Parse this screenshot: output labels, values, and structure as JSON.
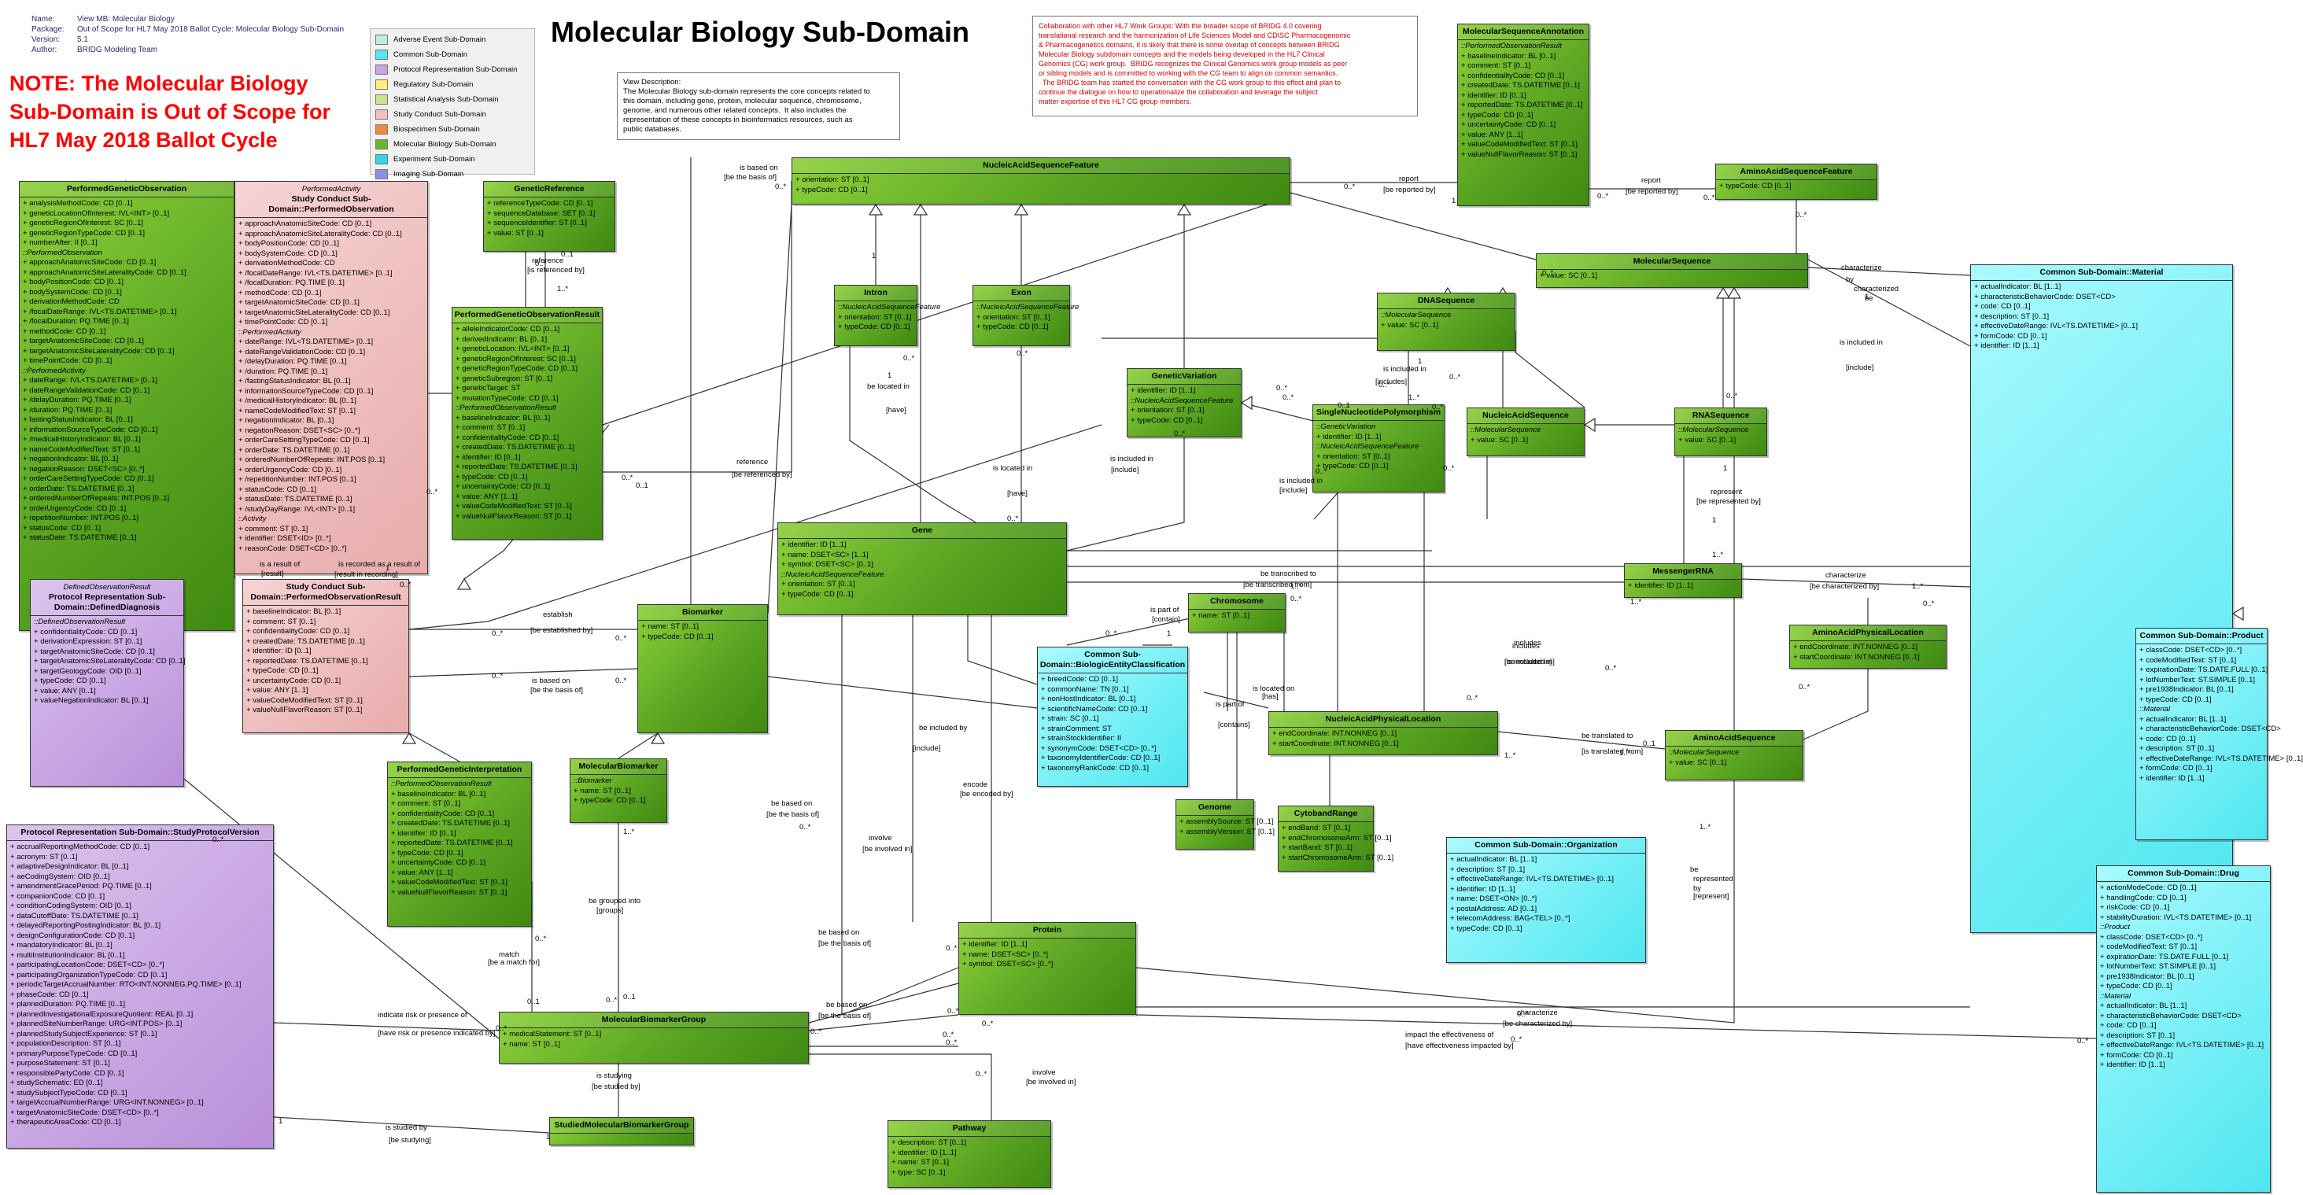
{
  "meta": {
    "rows": [
      {
        "k": "Name:",
        "v": "View MB: Molecular Biology"
      },
      {
        "k": "Package:",
        "v": "Out of Scope for HL7 May 2018 Ballot Cycle: Molecular Biology Sub-Domain"
      },
      {
        "k": "Version:",
        "v": "5.1"
      },
      {
        "k": "Author:",
        "v": "BRIDG Modeling Team"
      }
    ]
  },
  "warning": "NOTE:  The Molecular Biology Sub-Domain is Out of Scope for HL7 May 2018 Ballot Cycle",
  "title": "Molecular Biology Sub-Domain",
  "legend": [
    {
      "label": "Adverse Event Sub-Domain",
      "color": "#b9f2d6"
    },
    {
      "label": "Common Sub-Domain",
      "color": "#55e8f2"
    },
    {
      "label": "Protocol Representation Sub-Domain",
      "color": "#c9a3e6"
    },
    {
      "label": "Regulatory Sub-Domain",
      "color": "#fff07a"
    },
    {
      "label": "Statistical Analysis Sub-Domain",
      "color": "#cfe08d"
    },
    {
      "label": "Study Conduct Sub-Domain",
      "color": "#f1c1c1"
    },
    {
      "label": "Biospecimen Sub-Domain",
      "color": "#f08a3a"
    },
    {
      "label": "Molecular Biology Sub-Domain",
      "color": "#69b82b"
    },
    {
      "label": "Experiment Sub-Domain",
      "color": "#2ed8e6"
    },
    {
      "label": "Imaging Sub-Domain",
      "color": "#8e8ee6"
    }
  ],
  "notes": {
    "view_description": "View Description:\nThe Molecular Biology sub-domain represents the core concepts related to\nthis domain, including gene, protein, molecular sequence, chromosome,\ngenome, and numerous other related concepts.  It also includes the\nrepresentation of these concepts in bioinformatics resources, such as\npublic databases.",
    "collaboration": "Collaboration with other HL7 Work Groups: With the broader scope of BRIDG 4.0 covering\ntranslational research and the harmonization of Life Sciences Model and CDISC Pharmacogenomic\n& Pharmacogenetics domains, it is likely that there is some overlap of concepts between BRIDG\nMolecular Biology subdomain concepts and the models being developed in the HL7 Clinical\nGenomics (CG) work group.  BRIDG recognizes the Clinical Genomics work group models as peer\nor sibling models and is committed to working with the CG team to align on common semantics.\n  The BRIDG team has started the conversation with the CG work group to this effect and plan to\ncontinue the dialogue on how to operationalize the collaboration and leverage the subject\nmatter expertise of this HL7 CG group members."
  },
  "classes": [
    {
      "name": "PerformedGeneticObservation",
      "lines": [
        "analysisMethodCode: CD [0..1]",
        "geneticLocationOfInterest: IVL<INT> [0..1]",
        "geneticRegionOfInterest: SC [0..1]",
        "geneticRegionTypeCode: CD [0..1]",
        "numberAfter: II [0..1]",
        "§::PerformedObservation",
        "approachAnatomicSiteCode: CD [0..1]",
        "approachAnatomicSiteLateralityCode: CD [0..1]",
        "bodyPositionCode: CD [0..1]",
        "bodySystemCode: CD [0..1]",
        "derivationMethodCode: CD",
        "/focalDateRange: IVL<TS.DATETIME> [0..1]",
        "/focalDuration: PQ.TIME [0..1]",
        "methodCode: CD [0..1]",
        "targetAnatomicSiteCode: CD [0..1]",
        "targetAnatomicSiteLateralityCode: CD [0..1]",
        "timePointCode: CD [0..1]",
        "§::PerformedActivity",
        "dateRange: IVL<TS.DATETIME> [0..1]",
        "dateRangeValidationCode: CD [0..1]",
        "/delayDuration: PQ.TIME [0..1]",
        "/duration: PQ.TIME [0..1]",
        "fastingStatusIndicator: BL [0..1]",
        "informationSourceTypeCode: CD [0..1]",
        "/medicalHistoryIndicator: BL [0..1]",
        "nameCodeModifiedText: ST [0..1]",
        "negationIndicator: BL [0..1]",
        "negationReason: DSET<SC> [0..*]",
        "orderCareSettingTypeCode: CD [0..1]",
        "orderDate: TS.DATETIME [0..1]",
        "orderedNumberOfRepeats: INT.POS [0..1]",
        "orderUrgencyCode: CD [0..1]",
        "repetitionNumber: INT.POS [0..1]",
        "statusCode: CD [0..1]",
        "statusDate: TS.DATETIME [0..1]"
      ]
    },
    {
      "name": "Study Conduct Sub-Domain::PerformedObservation",
      "stereo": "PerformedActivity",
      "lines": [
        "approachAnatomicSiteCode: CD [0..1]",
        "approachAnatomicSiteLateralityCode: CD [0..1]",
        "bodyPositionCode: CD [0..1]",
        "bodySystemCode: CD [0..1]",
        "derivationMethodCode: CD",
        "/focalDateRange: IVL<TS.DATETIME> [0..1]",
        "/focalDuration: PQ.TIME [0..1]",
        "methodCode: CD [0..1]",
        "targetAnatomicSiteCode: CD [0..1]",
        "targetAnatomicSiteLateralityCode: CD [0..1]",
        "timePointCode: CD [0..1]",
        "§::PerformedActivity",
        "dateRange: IVL<TS.DATETIME> [0..1]",
        "dateRangeValidationCode: CD [0..1]",
        "/delayDuration: PQ.TIME [0..1]",
        "/duration: PQ.TIME [0..1]",
        "/fastingStatusIndicator: BL [0..1]",
        "informationSourceTypeCode: CD [0..1]",
        "/medicalHistoryIndicator: BL [0..1]",
        "nameCodeModifiedText: ST [0..1]",
        "negationIndicator: BL [0..1]",
        "negationReason: DSET<SC> [0..*]",
        "orderCareSettingTypeCode: CD [0..1]",
        "orderDate: TS.DATETIME [0..1]",
        "orderedNumberOfRepeats: INT.POS [0..1]",
        "orderUrgencyCode: CD [0..1]",
        "/repetitionNumber: INT.POS [0..1]",
        "statusCode: CD [0..1]",
        "statusDate: TS.DATETIME [0..1]",
        "/studyDayRange: IVL<INT> [0..1]",
        "§::Activity",
        "comment: ST [0..1]",
        "identifier: DSET<ID> [0..*]",
        "reasonCode: DSET<CD> [0..*]"
      ]
    },
    {
      "name": "GeneticReference",
      "lines": [
        "referenceTypeCode: CD [0..1]",
        "sequenceDatabase: SET [0..1]",
        "sequenceIdentifier: ST [0..1]",
        "value: ST [0..1]"
      ]
    },
    {
      "name": "PerformedGeneticObservationResult",
      "lines": [
        "alleleIndicatorCode: CD [0..1]",
        "derivedIndicator: BL [0..1]",
        "geneticLocation: IVL<INT> [0..1]",
        "geneticRegionOfInterest: SC [0..1]",
        "geneticRegionTypeCode: CD [0..1]",
        "geneticSubregion: ST [0..1]",
        "geneticTarget: ST",
        "mutationTypeCode: CD [0..1]",
        "§::PerformedObservationResult",
        "baselineIndicator: BL [0..1]",
        "comment: ST [0..1]",
        "confidentialityCode: CD [0..1]",
        "createdDate: TS.DATETIME [0..1]",
        "identifier: ID [0..1]",
        "reportedDate: TS.DATETIME [0..1]",
        "typeCode: CD [0..1]",
        "uncertaintyCode: CD [0..1]",
        "value: ANY [1..1]",
        "valueCodeModifiedText: ST [0..1]",
        "valueNullFlavorReason: ST [0..1]"
      ]
    },
    {
      "name": "NucleicAcidSequenceFeature",
      "lines": [
        "orientation: ST [0..1]",
        "typeCode: CD [0..1]"
      ]
    },
    {
      "name": "MolecularSequenceAnnotation",
      "lines": [
        "§::PerformedObservationResult",
        "baselineIndicator: BL [0..1]",
        "comment: ST [0..1]",
        "confidentialityCode: CD [0..1]",
        "createdDate: TS.DATETIME [0..1]",
        "identifier: ID [0..1]",
        "reportedDate: TS.DATETIME [0..1]",
        "typeCode: CD [0..1]",
        "uncertaintyCode: CD [0..1]",
        "value: ANY [1..1]",
        "valueCodeModifiedText: ST [0..1]",
        "valueNullFlavorReason: ST [0..1]"
      ]
    },
    {
      "name": "AminoAcidSequenceFeature",
      "lines": [
        "typeCode: CD [0..1]"
      ]
    },
    {
      "name": "Intron",
      "lines": [
        "§::NucleicAcidSequenceFeature",
        "orientation: ST [0..1]",
        "typeCode: CD [0..1]"
      ]
    },
    {
      "name": "Exon",
      "lines": [
        "§::NucleicAcidSequenceFeature",
        "orientation: ST [0..1]",
        "typeCode: CD [0..1]"
      ]
    },
    {
      "name": "MolecularSequence",
      "lines": [
        "value: SC [0..1]"
      ]
    },
    {
      "name": "DNASequence",
      "lines": [
        "§::MolecularSequence",
        "value: SC [0..1]"
      ]
    },
    {
      "name": "GeneticVariation",
      "lines": [
        "identifier: ID [1..1]",
        "§::NucleicAcidSequenceFeature",
        "orientation: ST [0..1]",
        "typeCode: CD [0..1]"
      ]
    },
    {
      "name": "SingleNucleotidePolymorphism",
      "lines": [
        "§::GeneticVariation",
        "identifier: ID [1..1]",
        "§::NucleicAcidSequenceFeature",
        "orientation: ST [0..1]",
        "typeCode: CD [0..1]"
      ]
    },
    {
      "name": "NucleicAcidSequence",
      "lines": [
        "§::MolecularSequence",
        "value: SC [0..1]"
      ]
    },
    {
      "name": "RNASequence",
      "lines": [
        "§::MolecularSequence",
        "value: SC [0..1]"
      ]
    },
    {
      "name": "Common Sub-Domain::Material",
      "lines": [
        "actualIndicator: BL [1..1]",
        "characteristicBehaviorCode: DSET<CD>",
        "code: CD [0..1]",
        "description: ST [0..1]",
        "effectiveDateRange: IVL<TS.DATETIME> [0..1]",
        "formCode: CD [0..1]",
        "identifier: ID [1..1]"
      ]
    },
    {
      "name": "Gene",
      "lines": [
        "identifier: ID [1..1]",
        "name: DSET<SC> [1..1]",
        "symbol: DSET<SC> [0..1]",
        "§::NucleicAcidSequenceFeature",
        "orientation: ST [0..1]",
        "typeCode: CD [0..1]"
      ]
    },
    {
      "name": "MessengerRNA",
      "lines": [
        "identifier: ID [1..1]"
      ]
    },
    {
      "name": "AminoAcidPhysicalLocation",
      "lines": [
        "endCoordinate: INT.NONNEG [0..1]",
        "startCoordinate: INT.NONNEG [0..1]"
      ]
    },
    {
      "name": "Protocol Representation Sub-Domain::DefinedDiagnosis",
      "stereo": "DefinedObservationResult",
      "lines": [
        "§::DefinedObservationResult",
        "confidentialityCode: CD [0..1]",
        "derivationExpression: ST [0..1]",
        "targetAnatomicSiteCode: CD [0..1]",
        "targetAnatomicSiteLateralityCode: CD [0..1]",
        "targetGeologyCode: OID [0..1]",
        "typeCode: CD [0..1]",
        "value: ANY [0..1]",
        "valueNegationIndicator: BL [0..1]"
      ]
    },
    {
      "name": "Study Conduct Sub-Domain::PerformedObservationResult",
      "lines": [
        "baselineIndicator: BL [0..1]",
        "comment: ST [0..1]",
        "confidentialityCode: CD [0..1]",
        "createdDate: TS.DATETIME [0..1]",
        "identifier: ID [0..1]",
        "reportedDate: TS.DATETIME [0..1]",
        "typeCode: CD [0..1]",
        "uncertaintyCode: CD [0..1]",
        "value: ANY [1..1]",
        "valueCodeModifiedText: ST [0..1]",
        "valueNullFlavorReason: ST [0..1]"
      ]
    },
    {
      "name": "Biomarker",
      "lines": [
        "name: ST [0..1]",
        "typeCode: CD [0..1]"
      ]
    },
    {
      "name": "Chromosome",
      "lines": [
        "name: ST [0..1]"
      ]
    },
    {
      "name": "Common Sub-Domain::BiologicEntityClassification",
      "lines": [
        "breedCode: CD [0..1]",
        "commonName: TN [0..1]",
        "nonHostIndicator: BL [0..1]",
        "scientificNameCode: CD [0..1]",
        "strain: SC [0..1]",
        "strainComment: ST",
        "strainStockIdentifier: II",
        "synonymCode: DSET<CD> [0..*]",
        "taxonomyIdentifierCode: CD [0..1]",
        "taxonomyRankCode: CD [0..1]"
      ]
    },
    {
      "name": "NucleicAcidPhysicalLocation",
      "lines": [
        "endCoordinate: INT.NONNEG [0..1]",
        "startCoordinate: INT.NONNEG [0..1]"
      ]
    },
    {
      "name": "AminoAcidSequence",
      "lines": [
        "§::MolecularSequence",
        "value: SC [0..1]"
      ]
    },
    {
      "name": "Common Sub-Domain::Product",
      "lines": [
        "classCode: DSET<CD> [0..*]",
        "codeModifiedText: ST [0..1]",
        "expirationDate: TS.DATE.FULL [0..1]",
        "lotNumberText: ST.SIMPLE [0..1]",
        "pre1938Indicator: BL [0..1]",
        "typeCode: CD [0..1]",
        "§::Material",
        "actualIndicator: BL [1..1]",
        "characteristicBehaviorCode: DSET<CD>",
        "code: CD [0..1]",
        "description: ST [0..1]",
        "effectiveDateRange: IVL<TS.DATETIME> [0..1]",
        "formCode: CD [0..1]",
        "identifier: ID [1..1]"
      ]
    },
    {
      "name": "PerformedGeneticInterpretation",
      "lines": [
        "§::PerformedObservationResult",
        "baselineIndicator: BL [0..1]",
        "comment: ST [0..1]",
        "confidentialityCode: CD [0..1]",
        "createdDate: TS.DATETIME [0..1]",
        "identifier: ID [0..1]",
        "reportedDate: TS.DATETIME [0..1]",
        "typeCode: CD [0..1]",
        "uncertaintyCode: CD [0..1]",
        "value: ANY [1..1]",
        "valueCodeModifiedText: ST [0..1]",
        "valueNullFlavorReason: ST [0..1]"
      ]
    },
    {
      "name": "MolecularBiomarker",
      "lines": [
        "§::Biomarker",
        "name: ST [0..1]",
        "typeCode: CD [0..1]"
      ]
    },
    {
      "name": "Genome",
      "lines": [
        "assemblySource: ST [0..1]",
        "assemblyVersion: ST [0..1]"
      ]
    },
    {
      "name": "CytobandRange",
      "lines": [
        "endBand: ST [0..1]",
        "endChromosomeArm: ST [0..1]",
        "startBand: ST [0..1]",
        "startChromosomeArm: ST [0..1]"
      ]
    },
    {
      "name": "Common Sub-Domain::Organization",
      "lines": [
        "actualIndicator: BL [1..1]",
        "description: ST [0..1]",
        "effectiveDateRange: IVL<TS.DATETIME> [0..1]",
        "identifier: ID [1..1]",
        "name: DSET<ON> [0..*]",
        "postalAddress: AD [0..1]",
        "telecomAddress: BAG<TEL> [0..*]",
        "typeCode: CD [0..1]"
      ]
    },
    {
      "name": "Protocol Representation Sub-Domain::StudyProtocolVersion",
      "lines": [
        "accrualReportingMethodCode: CD [0..1]",
        "acronym: ST [0..1]",
        "adaptiveDesignIndicator: BL [0..1]",
        "aeCodingSystem: OID [0..1]",
        "amendmentGracePeriod: PQ.TIME [0..1]",
        "companionCode: CD [0..1]",
        "conditionCodingSystem: OID [0..1]",
        "dataCutoffDate: TS.DATETIME [0..1]",
        "delayedReportingPostingIndicator: BL [0..1]",
        "designConfigurationCode: CD [0..1]",
        "mandatoryIndicator: BL [0..1]",
        "multiInstitutionIndicator: BL [0..1]",
        "participatingLocationCode: DSET<CD> [0..*]",
        "participatingOrganizationTypeCode: CD [0..1]",
        "periodicTargetAccrualNumber: RTO<INT.NONNEG,PQ.TIME> [0..1]",
        "phaseCode: CD [0..1]",
        "plannedDuration: PQ.TIME [0..1]",
        "plannedInvestigationalExposureQuotient: REAL [0..1]",
        "plannedSiteNumberRange: URG<INT.POS> [0..1]",
        "plannedStudySubjectExperience: ST [0..1]",
        "populationDescription: ST [0..1]",
        "primaryPurposeTypeCode: CD [0..1]",
        "purposeStatement: ST [0..1]",
        "responsiblePartyCode: CD [0..1]",
        "studySchematic: ED [0..1]",
        "studySubjectTypeCode: CD [0..1]",
        "targetAccrualNumberRange: URG<INT.NONNEG> [0..1]",
        "targetAnatomicSiteCode: DSET<CD> [0..*]",
        "therapeuticAreaCode: CD [0..1]"
      ]
    },
    {
      "name": "Protein",
      "lines": [
        "identifier: ID [1..1]",
        "name: DSET<SC> [0..*]",
        "symbol: DSET<SC> [0..*]"
      ]
    },
    {
      "name": "MolecularBiomarkerGroup",
      "lines": [
        "medicalStatement: ST [0..1]",
        "name: ST [0..1]"
      ]
    },
    {
      "name": "Common Sub-Domain::Drug",
      "lines": [
        "actionModeCode: CD [0..1]",
        "handlingCode: CD [0..1]",
        "riskCode: CD [0..1]",
        "stabilityDuration: IVL<TS.DATETIME> [0..1]",
        "§::Product",
        "classCode: DSET<CD> [0..*]",
        "codeModifiedText: ST [0..1]",
        "expirationDate: TS.DATE.FULL [0..1]",
        "lotNumberText: ST.SIMPLE [0..1]",
        "pre1938Indicator: BL [0..1]",
        "typeCode: CD [0..1]",
        "§::Material",
        "actualIndicator: BL [1..1]",
        "characteristicBehaviorCode: DSET<CD>",
        "code: CD [0..1]",
        "description: ST [0..1]",
        "effectiveDateRange: IVL<TS.DATETIME> [0..1]",
        "formCode: CD [0..1]",
        "identifier: ID [1..1]"
      ]
    },
    {
      "name": "StudiedMolecularBiomarkerGroup",
      "lines": []
    },
    {
      "name": "Pathway",
      "lines": [
        "description: ST [0..1]",
        "identifier: ID [1..1]",
        "name: ST [0..1]",
        "type: SC [0..1]"
      ]
    }
  ],
  "assoc_labels": [
    "reference",
    "[is referenced by]",
    "0..1",
    "1..*",
    "0..*",
    "0..*",
    "is a result of",
    "[result]",
    "is recorded as a result of",
    "[result in recording]",
    "1",
    "0..*",
    "establish",
    "[be established by]",
    "0..*",
    "0..*",
    "is based on",
    "[be the basis of]",
    "0..*",
    "0..*",
    "is based on",
    "[be the basis of]",
    "0..*",
    "report",
    "[be reported by]",
    "0..*",
    "1",
    "report",
    "[be reported by]",
    "0..*",
    "0..*",
    "characterize",
    "by",
    "be",
    "characterized",
    "0..*",
    "1",
    "is included in",
    "[include]",
    "0..*",
    "be located in",
    "[have]",
    "0..*",
    "reference",
    "[be referenced by]",
    "0..*",
    "0..1",
    "is located in",
    "[have]",
    "0..*",
    "is included in",
    "[include]",
    "is included in",
    "[include]",
    "0..*",
    "is included in",
    "[includes]",
    "1",
    "1..*",
    "represent",
    "[be represented by]",
    "1",
    "1..*",
    "be transcribed to",
    "[be transcribed from]",
    "1..*",
    "0..*",
    "characterize",
    "[be characterized by]",
    "1..*",
    "0..*",
    "1..*",
    "includes",
    "[is included in]",
    "0..*",
    "is part of",
    "[contain]",
    "0..*",
    "1",
    "is part of",
    "[contains]",
    "is located on",
    "[has]",
    "includes",
    "[be included in]",
    "0..*",
    "1..*",
    "be translated to",
    "[is translated from]",
    "0..1",
    "1..*",
    "be",
    "represented",
    "by",
    "[represent]",
    "1..*",
    "be included by",
    "[include]",
    "encode",
    "[be encoded by]",
    "be based on",
    "[be the basis of]",
    "involve",
    "[be involved in]",
    "0..*",
    "be grouped into",
    "[groups]",
    "1..*",
    "0..1",
    "match",
    "[be a match for]",
    "0..*",
    "0..1",
    "indicate risk or presence of",
    "[have risk or presence indicated by]",
    "0..*",
    "0..*",
    "be based on",
    "[be the basis of]",
    "0..*",
    "be based on",
    "[be the basis of]",
    "0..*",
    "0..*",
    "characterize",
    "[be characterized by]",
    "0..*",
    "impact the effectiveness of",
    "[have effectiveness impacted by]",
    "0..*",
    "0..*",
    "is studying",
    "[be studied by]",
    "is studied by",
    "[be studying]",
    "1",
    "1",
    "0..*",
    "0..*",
    "0..*",
    "involve",
    "[be involved in]",
    "0..*",
    "0..*",
    "1",
    "1",
    "0..*",
    "0..*",
    "0..*",
    "0..*",
    "0..*",
    "0..*",
    "0..1",
    "0..*",
    "0..*",
    "0..*",
    "1",
    "0..*"
  ]
}
